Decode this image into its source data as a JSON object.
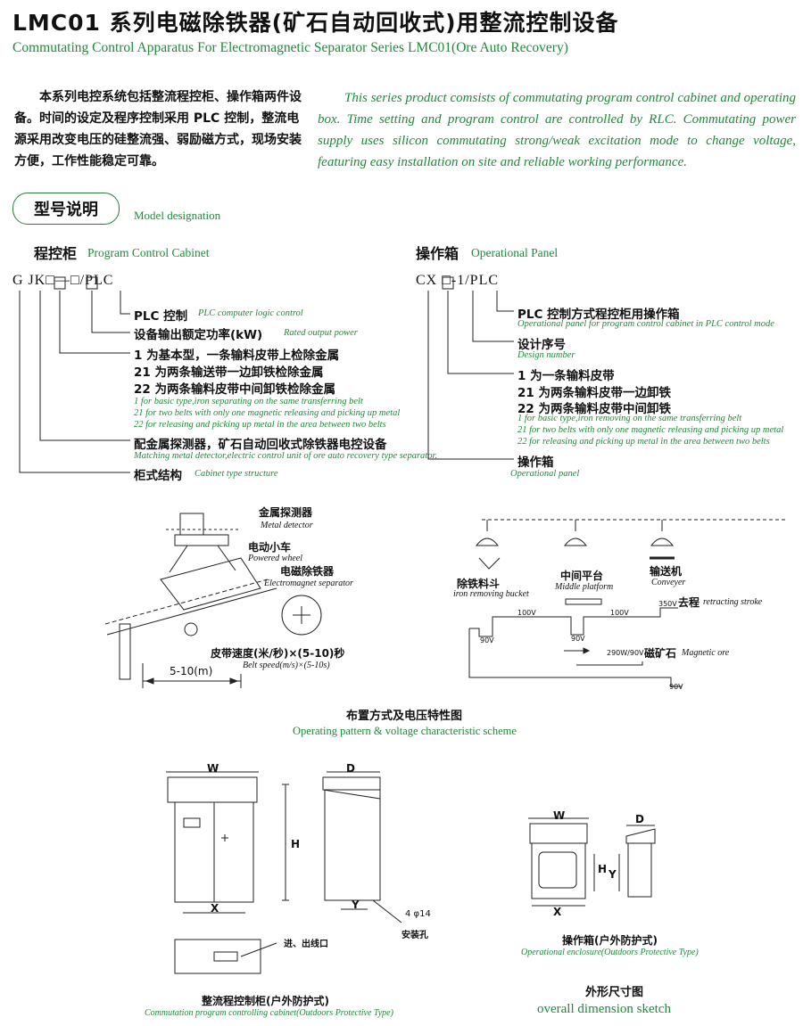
{
  "header": {
    "title_cn": "LMC01 系列电磁除铁器(矿石自动回收式)用整流控制设备",
    "title_en": "Commutating Control Apparatus For Electromagnetic Separator Series LMC01(Ore Auto Recovery)"
  },
  "intro": {
    "cn": "本系列电控系统包括整流程控柜、操作箱两件设备。时间的设定及程序控制采用 PLC 控制，整流电源采用改变电压的硅整流强、弱励磁方式，现场安装方便，工作性能稳定可靠。",
    "en": "This series product comsists of commutating program control cabinet and operating box. Time setting and program control are controlled by RLC. Commutating power supply uses silicon commutating strong/weak excitation mode to change voltage, featuring easy installation on site and reliable working performance."
  },
  "model_designation": {
    "label_cn": "型号说明",
    "label_en": "Model designation"
  },
  "cabinet": {
    "heading_cn": "程控柜",
    "heading_en": "Program Control Cabinet",
    "code": "G JK□—□/PLC",
    "items": [
      {
        "cn": "PLC 控制",
        "en": "PLC computer logic control"
      },
      {
        "cn": "设备输出额定功率(kW)",
        "en": "Rated output power"
      },
      {
        "cn": "1 为基本型，一条输料皮带上检除金属"
      },
      {
        "cn": "21 为两条输送带一边卸铁检除金属"
      },
      {
        "cn": "22 为两条输料皮带中间卸铁检除金属"
      },
      {
        "en": "1 for basic type,iron separating on the same transferring belt"
      },
      {
        "en": "21 for two belts with only one magnetic releasing and picking up metal"
      },
      {
        "en": "22 for releasing and picking up metal in the area between two belts"
      },
      {
        "cn": "配金属探测器，矿石自动回收式除铁器电控设备",
        "en": "Matching metal detector,electric control unit of ore auto recovery type separator."
      },
      {
        "cn": "柜式结构",
        "en": "Cabinet type structure"
      }
    ]
  },
  "panel": {
    "heading_cn": "操作箱",
    "heading_en": "Operational Panel",
    "code": "CX □-1/PLC",
    "items": [
      {
        "cn": "PLC 控制方式程控柜用操作箱",
        "en": "Operational panel for program control cabinet in PLC control mode"
      },
      {
        "cn": "设计序号",
        "en": "Design number"
      },
      {
        "cn": "1 为一条输料皮带"
      },
      {
        "cn": "21 为两条输料皮带一边卸铁"
      },
      {
        "cn": "22 为两条输料皮带中间卸铁"
      },
      {
        "en": "1 for basic type,iron removing on the same transferring belt"
      },
      {
        "en": "21 for two belts with only one magnetic releasing and picking up metal"
      },
      {
        "en": "22 for releasing and picking up metal in the area between two belts"
      },
      {
        "cn": "操作箱",
        "en": "Operational panel"
      }
    ]
  },
  "scheme": {
    "metal_detector_cn": "金属探测器",
    "metal_detector_en": "Metal detector",
    "powered_wheel_cn": "电动小车",
    "powered_wheel_en": "Powered wheel",
    "separator_cn": "电磁除铁器",
    "separator_en": "Electromagnet separator",
    "belt_speed_cn": "皮带速度(米/秒)×(5-10)秒",
    "belt_speed_en": "Belt speed(m/s)×(5-10s)",
    "distance": "5-10(m)",
    "bucket_cn": "除铁料斗",
    "bucket_en": "iron removing bucket",
    "platform_cn": "中间平台",
    "platform_en": "Middle platform",
    "conveyer_cn": "输送机",
    "conveyer_en": "Conveyer",
    "stroke_cn": "去程",
    "stroke_en": "retracting stroke",
    "ore_cn": "磁矿石",
    "ore_en": "Magnetic ore",
    "v100a": "100V",
    "v100b": "100V",
    "v350": "350V",
    "v90a": "90V",
    "v90b": "90V",
    "v90c": "90V",
    "v290": "290W/90V",
    "caption_cn": "布置方式及电压特性图",
    "caption_en": "Operating pattern & voltage characteristic scheme"
  },
  "dimensions": {
    "w": "W",
    "d": "D",
    "h": "H",
    "x": "X",
    "y": "Y",
    "hole_spec": "4 φ14",
    "hole_cn": "安装孔",
    "port_cn": "进、出线口",
    "cabinet_caption_cn": "整流程控制柜(户外防护式)",
    "cabinet_caption_en": "Commutation program controlling cabinet(Outdoors Protective Type)",
    "enclosure_caption_cn": "操作箱(户外防护式)",
    "enclosure_caption_en": "Operational enclosure(Outdoors Protective Type)",
    "sketch_cn": "外形尺寸图",
    "sketch_en": "overall dimension sketch"
  }
}
